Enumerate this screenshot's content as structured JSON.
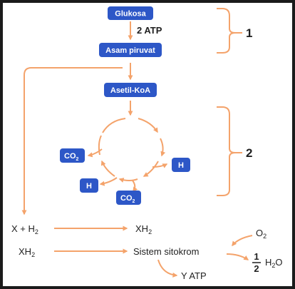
{
  "colors": {
    "box": "#2d57c7",
    "arrow": "#f4a36b",
    "text": "#1f1f1f",
    "background": "#ffffff"
  },
  "nodes": {
    "glukosa": "Glukosa",
    "asam_piruvat": "Asam piruvat",
    "asetil_koa": "Asetil-KoA",
    "co2_a": {
      "main": "CO",
      "sub": "2"
    },
    "co2_b": {
      "main": "CO",
      "sub": "2"
    },
    "h_a": "H",
    "h_b": "H"
  },
  "labels": {
    "atp_glycolysis": "2 ATP",
    "stage_1": "1",
    "stage_2": "2",
    "reaction1_left": {
      "main": "X + H",
      "sub": "2"
    },
    "reaction1_right": {
      "main": "XH",
      "sub": "2"
    },
    "reaction2_left": {
      "main": "XH",
      "sub": "2"
    },
    "sistem_sitokrom": "Sistem sitokrom",
    "o2": {
      "main": "O",
      "sub": "2"
    },
    "half": {
      "num": "1",
      "den": "2"
    },
    "h2o": {
      "h": "H",
      "sub": "2",
      "o": "O"
    },
    "y_atp": "Y ATP"
  }
}
